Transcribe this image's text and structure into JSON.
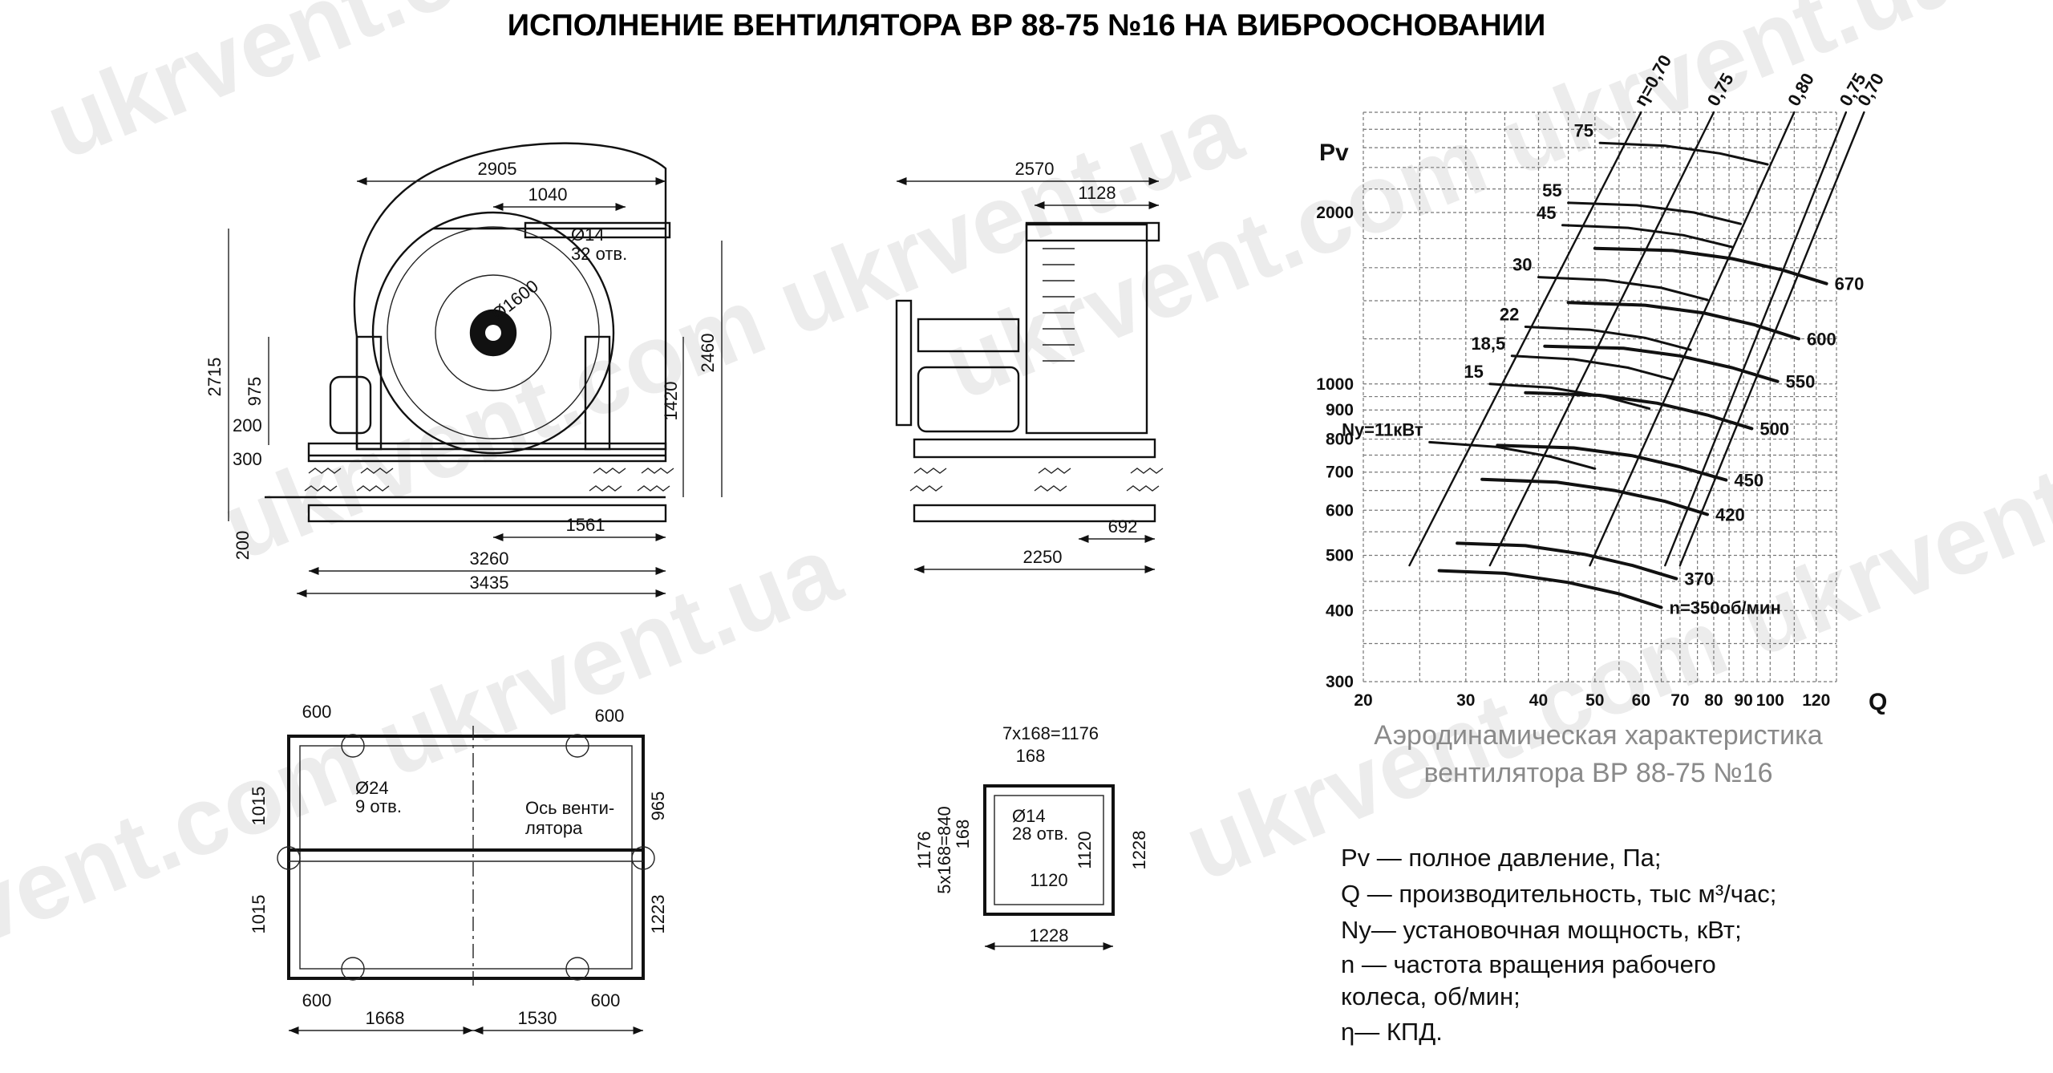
{
  "title": "ИСПОЛНЕНИЕ ВЕНТИЛЯТОРА ВР 88-75 №16 НА ВИБРООСНОВАНИИ",
  "watermark": "ukrvent.com ukrvent.ua",
  "front_view": {
    "dims": {
      "overall_width": "2905",
      "top_inner": "1040",
      "hole_dia": "Ø14",
      "holes": "32 отв.",
      "impeller_dia": "Ø1600",
      "height_total": "2715",
      "height_right": "2460",
      "h975": "975",
      "h1420": "1420",
      "h200a": "200",
      "h300": "300",
      "h200b": "200",
      "w3260": "3260",
      "w3435": "3435",
      "w1561": "1561"
    }
  },
  "side_view": {
    "dims": {
      "overall_width": "2570",
      "top": "1128",
      "w692": "692",
      "w2250": "2250"
    }
  },
  "base_plan": {
    "dims": {
      "top_left": "600",
      "top_right": "600",
      "hole_dia": "Ø24",
      "holes": "9 отв.",
      "axis_label_1": "Ось венти-",
      "axis_label_2": "лятора",
      "left_top": "1015",
      "left_bottom": "1015",
      "right_top": "965",
      "right_bottom": "1223",
      "bottom_left": "600",
      "bottom_right": "600",
      "w1668": "1668",
      "w1530": "1530"
    }
  },
  "flange": {
    "dims": {
      "pitch_top": "7x168=1176",
      "top_168": "168",
      "hole_dia": "Ø14",
      "holes": "28 отв.",
      "side_1176": "1176",
      "side_pitch": "5x168=840",
      "side_168": "168",
      "inner_1120_h": "1120",
      "inner_1120_v": "1120",
      "outer_1228_h": "1228",
      "outer_1228_v": "1228"
    }
  },
  "chart_data": {
    "type": "line",
    "xlabel": "Q",
    "ylabel": "Pv",
    "x_scale": "log",
    "y_scale": "log",
    "x_ticks": [
      20,
      30,
      40,
      50,
      60,
      70,
      80,
      90,
      100,
      120
    ],
    "y_ticks": [
      300,
      400,
      500,
      600,
      700,
      800,
      900,
      1000,
      2000
    ],
    "grid": true,
    "speed_curves": [
      {
        "label": "n=350об/мин",
        "n": 350,
        "points": [
          [
            27,
            470
          ],
          [
            35,
            465
          ],
          [
            45,
            448
          ],
          [
            55,
            428
          ],
          [
            65,
            405
          ]
        ]
      },
      {
        "label": "370",
        "n": 370,
        "points": [
          [
            29,
            525
          ],
          [
            38,
            520
          ],
          [
            48,
            502
          ],
          [
            58,
            480
          ],
          [
            69,
            455
          ]
        ]
      },
      {
        "label": "420",
        "n": 420,
        "points": [
          [
            32,
            680
          ],
          [
            43,
            672
          ],
          [
            54,
            650
          ],
          [
            66,
            622
          ],
          [
            78,
            590
          ]
        ]
      },
      {
        "label": "450",
        "n": 450,
        "points": [
          [
            34,
            780
          ],
          [
            46,
            772
          ],
          [
            58,
            748
          ],
          [
            70,
            715
          ],
          [
            84,
            678
          ]
        ]
      },
      {
        "label": "500",
        "n": 500,
        "points": [
          [
            38,
            965
          ],
          [
            51,
            955
          ],
          [
            64,
            925
          ],
          [
            78,
            882
          ],
          [
            93,
            835
          ]
        ]
      },
      {
        "label": "550",
        "n": 550,
        "points": [
          [
            41,
            1165
          ],
          [
            56,
            1155
          ],
          [
            70,
            1120
          ],
          [
            86,
            1068
          ],
          [
            103,
            1010
          ]
        ]
      },
      {
        "label": "600",
        "n": 600,
        "points": [
          [
            45,
            1390
          ],
          [
            61,
            1375
          ],
          [
            77,
            1332
          ],
          [
            94,
            1270
          ],
          [
            112,
            1200
          ]
        ]
      },
      {
        "label": "670",
        "n": 670,
        "points": [
          [
            50,
            1730
          ],
          [
            68,
            1715
          ],
          [
            86,
            1660
          ],
          [
            105,
            1585
          ],
          [
            125,
            1500
          ]
        ]
      }
    ],
    "power_curves": [
      {
        "label": "Ny=11кВт",
        "value": 11,
        "points": [
          [
            26,
            790
          ],
          [
            34,
            775
          ],
          [
            42,
            745
          ],
          [
            50,
            710
          ]
        ]
      },
      {
        "label": "15",
        "value": 15,
        "points": [
          [
            33,
            1000
          ],
          [
            42,
            985
          ],
          [
            52,
            950
          ],
          [
            62,
            905
          ]
        ]
      },
      {
        "label": "18,5",
        "value": 18.5,
        "points": [
          [
            36,
            1120
          ],
          [
            46,
            1105
          ],
          [
            57,
            1068
          ],
          [
            68,
            1018
          ]
        ]
      },
      {
        "label": "22",
        "value": 22,
        "points": [
          [
            38,
            1260
          ],
          [
            49,
            1245
          ],
          [
            61,
            1205
          ],
          [
            73,
            1148
          ]
        ]
      },
      {
        "label": "30",
        "value": 30,
        "points": [
          [
            40,
            1540
          ],
          [
            52,
            1522
          ],
          [
            65,
            1475
          ],
          [
            78,
            1405
          ]
        ]
      },
      {
        "label": "45",
        "value": 45,
        "points": [
          [
            44,
            1900
          ],
          [
            57,
            1880
          ],
          [
            71,
            1825
          ],
          [
            86,
            1740
          ]
        ]
      },
      {
        "label": "55",
        "value": 55,
        "points": [
          [
            45,
            2080
          ],
          [
            59,
            2060
          ],
          [
            74,
            2000
          ],
          [
            89,
            1910
          ]
        ]
      },
      {
        "label": "75",
        "value": 75,
        "points": [
          [
            51,
            2650
          ],
          [
            66,
            2620
          ],
          [
            82,
            2540
          ],
          [
            99,
            2430
          ]
        ]
      }
    ],
    "efficiency_lines": [
      {
        "label": "η=0,70",
        "value": 0.7,
        "points": [
          [
            24,
            480
          ],
          [
            60,
            3000
          ]
        ]
      },
      {
        "label": "0,75",
        "value": 0.75,
        "points": [
          [
            33,
            480
          ],
          [
            80,
            3000
          ]
        ]
      },
      {
        "label": "0,80",
        "value": 0.8,
        "points": [
          [
            49,
            480
          ],
          [
            110,
            3000
          ]
        ]
      },
      {
        "label": "0,75",
        "value": 0.75,
        "points": [
          [
            66,
            480
          ],
          [
            135,
            3000
          ]
        ]
      },
      {
        "label": "0,70",
        "value": 0.7,
        "points": [
          [
            70,
            480
          ],
          [
            145,
            3000
          ]
        ]
      }
    ]
  },
  "caption": {
    "line1": "Аэродинамическая характеристика",
    "line2": "вентилятора  ВР 88-75 №16"
  },
  "legend": {
    "l1": "Pv — полное давление, Па;",
    "l2": "Q  — производительность, тыс м³/час;",
    "l3": "Ny— установочная мощность, кВт;",
    "l4": "n — частота вращения рабочего",
    "l5": "колеса,  об/мин;",
    "l6": "η— КПД."
  }
}
